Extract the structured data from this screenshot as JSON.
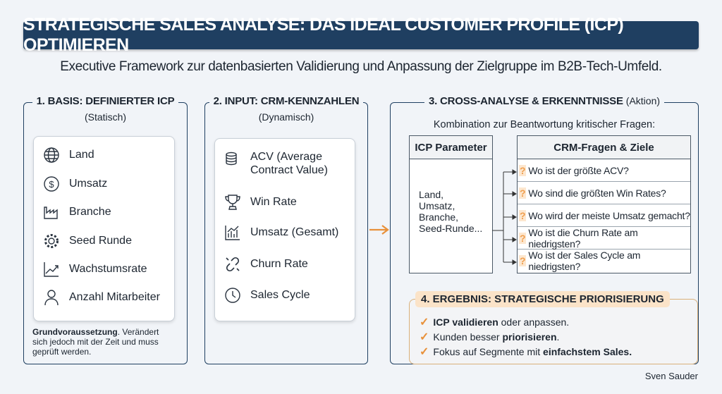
{
  "header": {
    "title": "STRATEGISCHE SALES ANALYSE: DAS IDEAL CUSTOMER PROFILE (ICP) OPTIMIEREN",
    "subtitle": "Executive Framework zur datenbasierten Validierung und Anpassung der Zielgruppe im B2B-Tech-Umfeld."
  },
  "panel1": {
    "title": "1. BASIS: DEFINIERTER ICP",
    "subtitle": "(Statisch)",
    "items": [
      {
        "label": "Land",
        "icon": "globe-icon"
      },
      {
        "label": "Umsatz",
        "icon": "dollar-icon"
      },
      {
        "label": "Branche",
        "icon": "factory-icon"
      },
      {
        "label": "Seed Runde",
        "icon": "gear-icon"
      },
      {
        "label": "Wachstumsrate",
        "icon": "trend-icon"
      },
      {
        "label": "Anzahl Mitarbeiter",
        "icon": "person-icon"
      }
    ],
    "note_bold": "Grundvoraussetzung",
    "note_rest": ". Verändert sich jedoch mit der Zeit und muss geprüft werden."
  },
  "panel2": {
    "title": "2. INPUT: CRM-KENNZAHLEN",
    "subtitle": "(Dynamisch)",
    "items": [
      {
        "label": "ACV (Average Contract Value)",
        "icon": "coins-icon"
      },
      {
        "label": "Win Rate",
        "icon": "trophy-icon"
      },
      {
        "label": "Umsatz (Gesamt)",
        "icon": "bar-chart-icon"
      },
      {
        "label": "Churn Rate",
        "icon": "broken-link-icon"
      },
      {
        "label": "Sales Cycle",
        "icon": "clock-icon"
      }
    ]
  },
  "panel3": {
    "title": "3. CROSS-ANALYSE & ERKENNTNISSE",
    "title_suffix": "(Aktion)",
    "subtitle": "Kombination zur Beantwortung kritischer Fragen:",
    "icp_header": "ICP Parameter",
    "icp_lines": [
      "Land,",
      "Umsatz,",
      "Branche,",
      "Seed-Runde..."
    ],
    "crm_header": "CRM-Fragen & Ziele",
    "questions": [
      "Wo ist der größte ACV?",
      "Wo sind die größten Win Rates?",
      "Wo wird der meiste Umsatz gemacht?",
      "Wo ist die Churn Rate am niedrigsten?",
      "Wo ist der Sales Cycle am niedrigsten?"
    ],
    "q_mark": "?"
  },
  "result": {
    "title": "4. ERGEBNIS: STRATEGISCHE PRIORISIERUNG",
    "items": [
      {
        "pre": "",
        "bold": "ICP validieren",
        "post": " oder anpassen."
      },
      {
        "pre": "Kunden besser ",
        "bold": "priorisieren",
        "post": "."
      },
      {
        "pre": "Fokus auf Segmente mit ",
        "bold": "einfachstem Sales.",
        "post": ""
      }
    ],
    "check": "✓"
  },
  "author": "Sven Sauder",
  "colors": {
    "navy": "#1f3f61",
    "orange": "#e8913a"
  }
}
